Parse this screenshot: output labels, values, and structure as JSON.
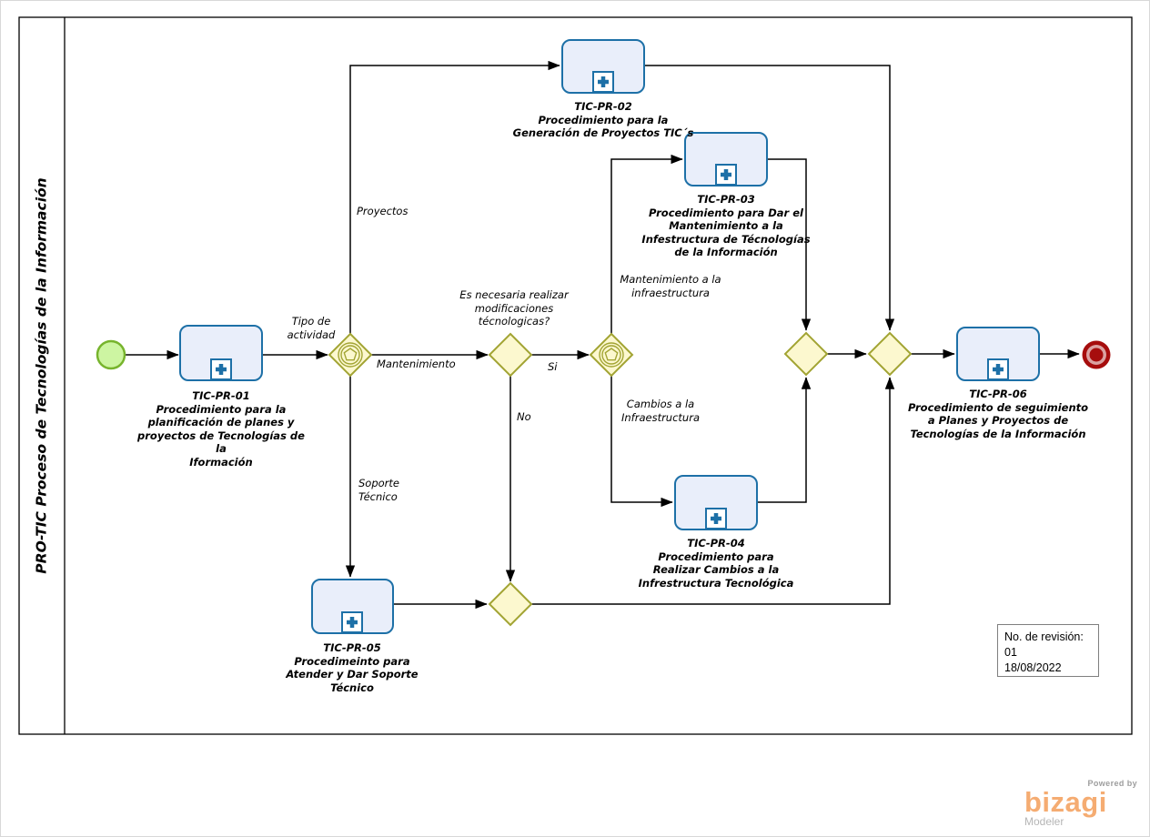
{
  "colors": {
    "task_fill": "#E9EEFA",
    "task_border": "#1D70A7",
    "gateway_fill": "#FCF8CF",
    "gateway_border": "#A2A433",
    "start_fill": "#CDF5A2",
    "start_border": "#77B42D",
    "end_red": "#A60D0D",
    "flow_line": "#000000",
    "brand_orange": "#F5AC72"
  },
  "pool": {
    "lane_title": "PRO-TIC Proceso de Tecnologías de la Información"
  },
  "tasks": [
    {
      "label": "TIC-PR-01\nProcedimiento para la\nplanificación de planes y\nproyectos de Tecnologías de la\nIformación"
    },
    {
      "label": "TIC-PR-02\nProcedimiento para  la\nGeneración de Proyectos TIC´s"
    },
    {
      "label": "TIC-PR-03\nProcedimiento para Dar el\nMantenimiento a la\nInfestructura de Técnologías\nde la Información"
    },
    {
      "label": "TIC-PR-04\nProcedimiento para\nRealizar Cambios a la\nInfrestructura Tecnológica"
    },
    {
      "label": "TIC-PR-05\nProcedimeinto para\nAtender y Dar Soporte\nTécnico"
    },
    {
      "label": "TIC-PR-06\nProcedimiento de seguimiento\na Planes y Proyectos de\nTecnologías de la  Información"
    }
  ],
  "flow_labels": {
    "tipo_actividad": "Tipo de\nactividad",
    "proyectos": "Proyectos",
    "mantenimiento": "Mantenimiento",
    "soporte_tecnico": "Soporte\nTécnico",
    "pregunta_modificaciones": "Es necesaria realizar\nmodificaciones\ntécnologicas?",
    "si": "Si",
    "no": "No",
    "mantenimiento_infraestructura": "Mantenimiento a la\ninfraestructura",
    "cambios_infraestructura": "Cambios a la\nInfraestructura"
  },
  "annotation": {
    "revision": "No. de revisión: 01",
    "date": "18/08/2022"
  },
  "logo": {
    "powered_by": "Powered by",
    "brand": "bizagi",
    "product": "Modeler"
  }
}
